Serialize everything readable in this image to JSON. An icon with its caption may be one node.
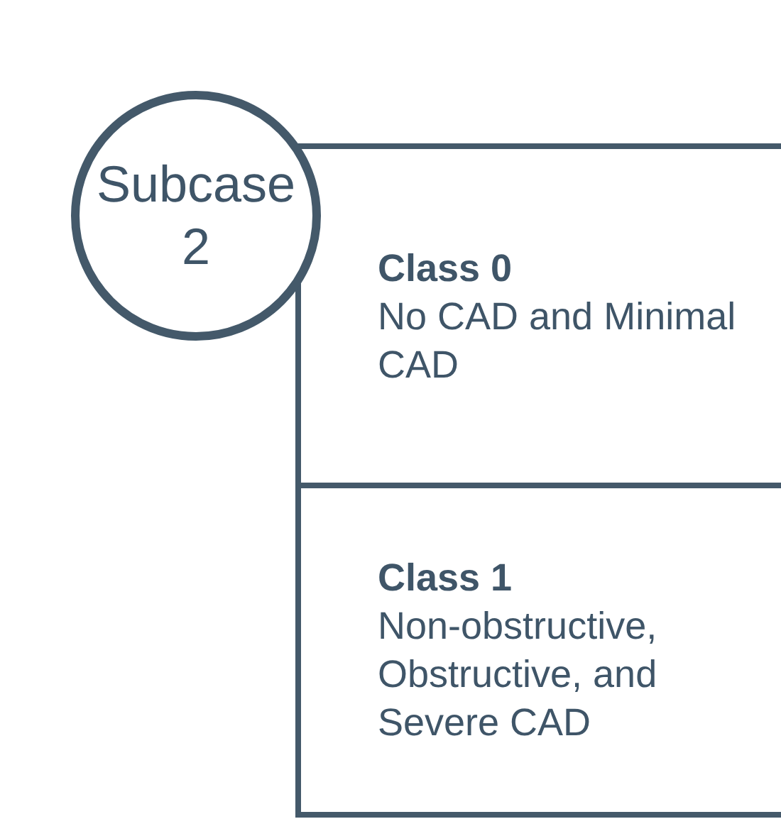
{
  "diagram": {
    "nodes": [
      {
        "text": [
          "Subcase 2"
        ]
      },
      {
        "text": [
          "Class 0",
          "No CAD and Minimal CAD"
        ]
      },
      {
        "text": [
          "Class 1",
          "Non-obstructive, Obstructive, and Severe CAD"
        ]
      }
    ],
    "edges": []
  }
}
